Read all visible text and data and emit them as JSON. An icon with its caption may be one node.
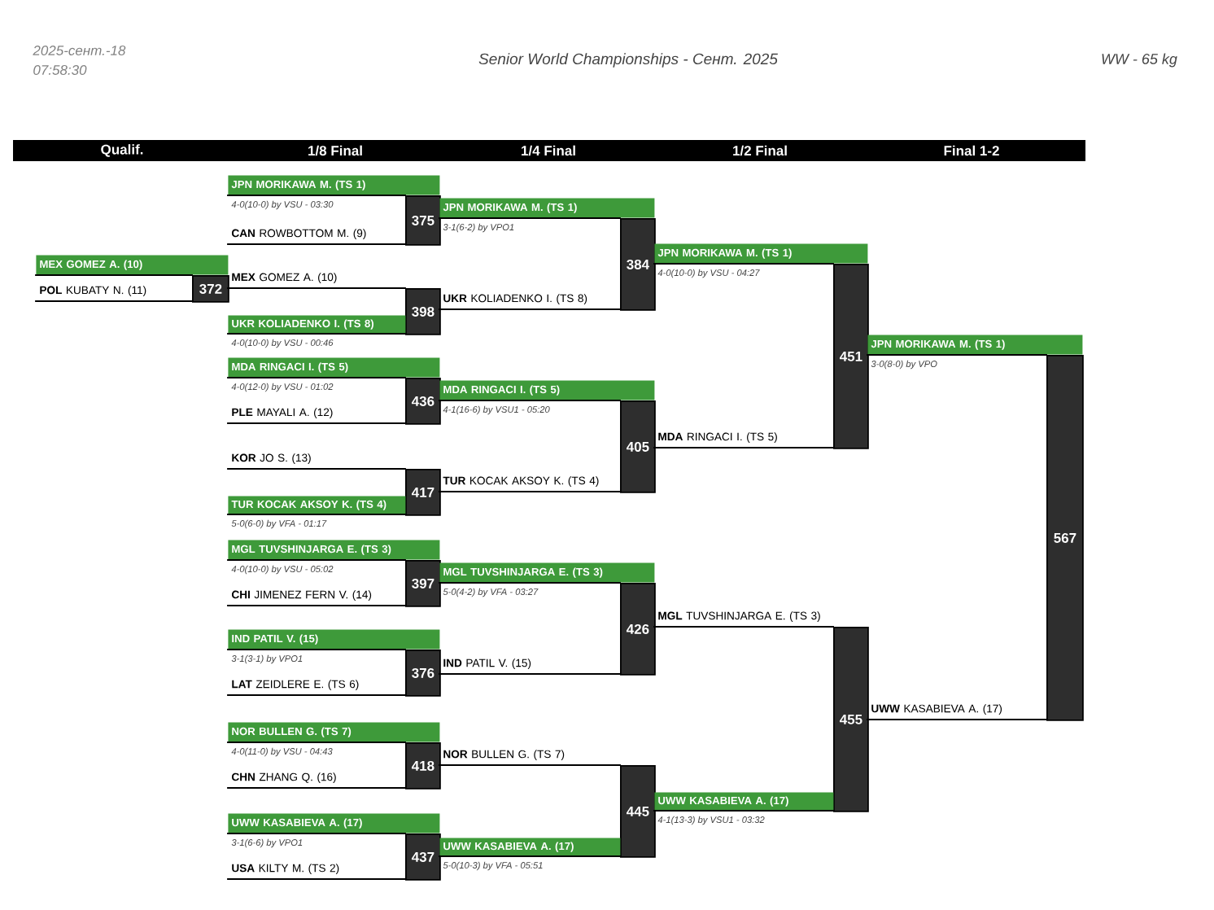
{
  "diagram": {
    "title": "Senior World Championships - Сент. 2025",
    "nodes": [
      {
        "text": [
          "MEX GOMEZ A. (10)"
        ]
      },
      {
        "text": [
          "372"
        ]
      },
      {
        "text": [
          "**POL** KUBATY N. (11)"
        ]
      },
      {
        "text": [
          "JPN MORIKAWA M. (TS 1)"
        ],
        "beside": [
          "4-0(10-0) by VSU - 03:30"
        ]
      },
      {
        "text": [
          "375"
        ]
      },
      {
        "text": [
          "**CAN** ROWBOTTOM M. (9)"
        ]
      },
      {
        "text": [
          "**MEX** GOMEZ A. (10)"
        ]
      },
      {
        "text": [
          "398"
        ]
      },
      {
        "text": [
          "UKR KOLIADENKO I. (TS 8)"
        ],
        "beside": [
          "4-0(10-0) by VSU - 00:46"
        ]
      },
      {
        "text": [
          "MDA RINGACI I. (TS 5)"
        ],
        "beside": [
          "4-0(12-0) by VSU - 01:02"
        ]
      },
      {
        "text": [
          "436"
        ]
      },
      {
        "text": [
          "**PLE** MAYALI A. (12)"
        ]
      },
      {
        "text": [
          "**KOR** JO S. (13)"
        ]
      },
      {
        "text": [
          "417"
        ]
      },
      {
        "text": [
          "TUR KOCAK AKSOY K. (TS 4)"
        ],
        "beside": [
          "5-0(6-0) by VFA - 01:17"
        ]
      },
      {
        "text": [
          "MGL TUVSHINJARGA E. (TS 3)"
        ],
        "beside": [
          "4-0(10-0) by VSU - 05:02"
        ]
      },
      {
        "text": [
          "397"
        ]
      },
      {
        "text": [
          "**CHI** JIMENEZ FERN V. (14)"
        ]
      },
      {
        "text": [
          "IND PATIL V. (15)"
        ],
        "beside": [
          "3-1(3-1) by VPO1"
        ]
      },
      {
        "text": [
          "376"
        ]
      },
      {
        "text": [
          "**LAT** ZEIDLERE E. (TS 6)"
        ]
      },
      {
        "text": [
          "NOR BULLEN G. (TS 7)"
        ],
        "beside": [
          "4-0(11-0) by VSU - 04:43"
        ]
      },
      {
        "text": [
          "418"
        ]
      },
      {
        "text": [
          "**CHN** ZHANG Q. (16)"
        ]
      },
      {
        "text": [
          "UWW KASABIEVA A. (17)"
        ],
        "beside": [
          "3-1(6-6) by VPO1"
        ]
      },
      {
        "text": [
          "437"
        ]
      },
      {
        "text": [
          "**USA** KILTY M. (TS 2)"
        ]
      },
      {
        "text": [
          "JPN MORIKAWA M. (TS 1)"
        ],
        "beside": [
          "3-1(6-2) by VPO1"
        ]
      },
      {
        "text": [
          "384"
        ]
      },
      {
        "text": [
          "**UKR** KOLIADENKO I. (TS 8)"
        ]
      },
      {
        "text": [
          "MDA RINGACI I. (TS 5)"
        ],
        "beside": [
          "4-1(16-6) by VSU1 - 05:20"
        ]
      },
      {
        "text": [
          "405"
        ]
      },
      {
        "text": [
          "**TUR** KOCAK AKSOY K. (TS 4)"
        ]
      },
      {
        "text": [
          "MGL TUVSHINJARGA E. (TS 3)"
        ],
        "beside": [
          "5-0(4-2) by VFA - 03:27"
        ]
      },
      {
        "text": [
          "426"
        ]
      },
      {
        "text": [
          "**IND** PATIL V. (15)"
        ]
      },
      {
        "text": [
          "**NOR** BULLEN G. (TS 7)"
        ]
      },
      {
        "text": [
          "445"
        ]
      },
      {
        "text": [
          "UWW KASABIEVA A. (17)"
        ],
        "beside": [
          "5-0(10-3) by VFA - 05:51"
        ]
      },
      {
        "text": [
          "JPN MORIKAWA M. (TS 1)"
        ],
        "beside": [
          "4-0(10-0) by VSU - 04:27"
        ]
      },
      {
        "text": [
          "451"
        ]
      },
      {
        "text": [
          "**MDA** RINGACI I. (TS 5)"
        ]
      },
      {
        "text": [
          "**MGL** TUVSHINJARGA E. (TS 3)"
        ]
      },
      {
        "text": [
          "455"
        ]
      },
      {
        "text": [
          "UWW KASABIEVA A. (17)"
        ],
        "beside": [
          "4-1(13-3) by VSU1 - 03:32"
        ]
      },
      {
        "text": [
          "JPN MORIKAWA M. (TS 1)"
        ],
        "beside": [
          "3-0(8-0) by VPO"
        ]
      },
      {
        "text": [
          "567"
        ]
      },
      {
        "text": [
          "**UWW** KASABIEVA A. (17)"
        ]
      }
    ],
    "edges": [
      {
        "from": 0,
        "to": 1,
        "arrow": "none"
      },
      {
        "from": 2,
        "to": 1,
        "arrow": "none"
      },
      {
        "from": 3,
        "to": 4,
        "arrow": "none"
      },
      {
        "from": 5,
        "to": 4,
        "arrow": "none"
      },
      {
        "from": 6,
        "to": 7,
        "arrow": "none"
      },
      {
        "from": 8,
        "to": 7,
        "arrow": "none"
      },
      {
        "from": 9,
        "to": 10,
        "arrow": "none"
      },
      {
        "from": 11,
        "to": 10,
        "arrow": "none"
      },
      {
        "from": 12,
        "to": 13,
        "arrow": "none"
      },
      {
        "from": 14,
        "to": 13,
        "arrow": "none"
      },
      {
        "from": 15,
        "to": 16,
        "arrow": "none"
      },
      {
        "from": 17,
        "to": 16,
        "arrow": "none"
      },
      {
        "from": 18,
        "to": 19,
        "arrow": "none"
      },
      {
        "from": 20,
        "to": 19,
        "arrow": "none"
      },
      {
        "from": 21,
        "to": 22,
        "arrow": "none"
      },
      {
        "from": 23,
        "to": 22,
        "arrow": "none"
      },
      {
        "from": 24,
        "to": 25,
        "arrow": "none"
      },
      {
        "from": 26,
        "to": 25,
        "arrow": "none"
      },
      {
        "from": 27,
        "to": 28,
        "arrow": "none"
      },
      {
        "from": 29,
        "to": 28,
        "arrow": "none"
      },
      {
        "from": 30,
        "to": 31,
        "arrow": "none"
      },
      {
        "from": 32,
        "to": 31,
        "arrow": "none"
      },
      {
        "from": 33,
        "to": 34,
        "arrow": "none"
      },
      {
        "from": 35,
        "to": 34,
        "arrow": "none"
      },
      {
        "from": 36,
        "to": 37,
        "arrow": "none"
      },
      {
        "from": 38,
        "to": 37,
        "arrow": "none"
      },
      {
        "from": 39,
        "to": 40,
        "arrow": "none"
      },
      {
        "from": 41,
        "to": 40,
        "arrow": "none"
      },
      {
        "from": 42,
        "to": 43,
        "arrow": "none"
      },
      {
        "from": 44,
        "to": 43,
        "arrow": "none"
      },
      {
        "from": 45,
        "to": 46,
        "arrow": "none"
      },
      {
        "from": 47,
        "to": 46,
        "arrow": "none"
      }
    ],
    "labels": [
      "2025-сент.-18",
      "07:58:30",
      "WW - 65 kg",
      "Qualif.",
      "1/8 Final",
      "1/4 Final",
      "1/2 Final",
      "Final 1-2"
    ]
  }
}
